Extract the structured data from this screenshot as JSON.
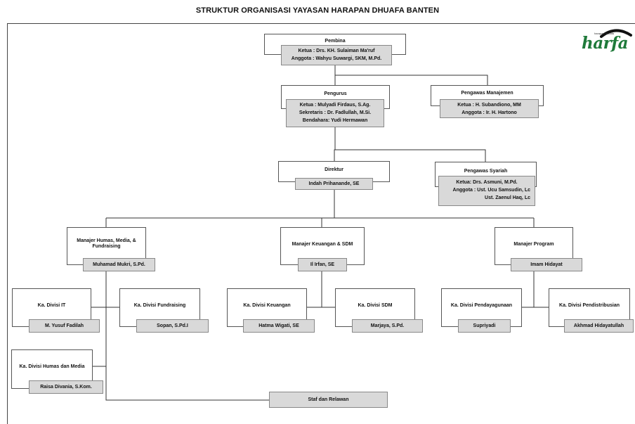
{
  "title": "STRUKTUR ORGANISASI YAYASAN HARAPAN DHUAFA BANTEN",
  "logo": {
    "word": "harfa",
    "small": "harapan dhuafa",
    "icon": "harfa-logo-icon"
  },
  "pembina": {
    "title": "Pembina",
    "lines": [
      "Ketua : Drs. KH. Sulaiman Ma'ruf",
      "Anggota : Wahyu Suwargi, SKM, M.Pd."
    ]
  },
  "pengurus": {
    "title": "Pengurus",
    "lines": [
      "Ketua : Mulyadi Firdaus, S.Ag.",
      "Sekretaris : Dr. Fadlullah, M.Si.",
      "Bendahara: Yudi Hermawan"
    ]
  },
  "pengawas_manajemen": {
    "title": "Pengawas Manajemen",
    "lines": [
      "Ketua : H. Subandiono, MM",
      "Anggota : Ir. H. Hartono"
    ]
  },
  "direktur": {
    "title": "Direktur",
    "lines": [
      "Indah Prihanande, SE"
    ]
  },
  "pengawas_syariah": {
    "title": "Pengawas Syariah",
    "lines": [
      "Ketua: Drs. Asmuni, M.Pd.",
      "Anggota : Ust. Ucu Samsudin, Lc",
      "Ust. Zaenul Haq, Lc"
    ]
  },
  "manajer_humas": {
    "title": "Manajer Humas, Media, & Fundraising",
    "name": "Muhamad Mukri, S.Pd."
  },
  "manajer_keuangan": {
    "title": "Manajer Keuangan & SDM",
    "name": "Il Irfan, SE"
  },
  "manajer_program": {
    "title": "Manajer Program",
    "name": "Imam Hidayat"
  },
  "divisi_it": {
    "title": "Ka. Divisi IT",
    "name": "M. Yusuf Fadilah"
  },
  "divisi_fundraising": {
    "title": "Ka. Divisi  Fundraising",
    "name": "Sopan, S.Pd.I"
  },
  "divisi_keuangan": {
    "title": "Ka. Divisi Keuangan",
    "name": "Hatma Wigati, SE"
  },
  "divisi_sdm": {
    "title": "Ka. Divisi SDM",
    "name": "Marjaya, S.Pd."
  },
  "divisi_pendayagunaan": {
    "title": "Ka. Divisi  Pendayagunaan",
    "name": "Supriyadi"
  },
  "divisi_pendistribusian": {
    "title": "Ka. Divisi Pendistribusian",
    "name": "Akhmad Hidayatullah"
  },
  "divisi_humas_media": {
    "title": "Ka. Divisi Humas dan Media",
    "name": "Raisa Divania, S.Kom."
  },
  "staf": {
    "title": "Staf dan Relawan"
  }
}
